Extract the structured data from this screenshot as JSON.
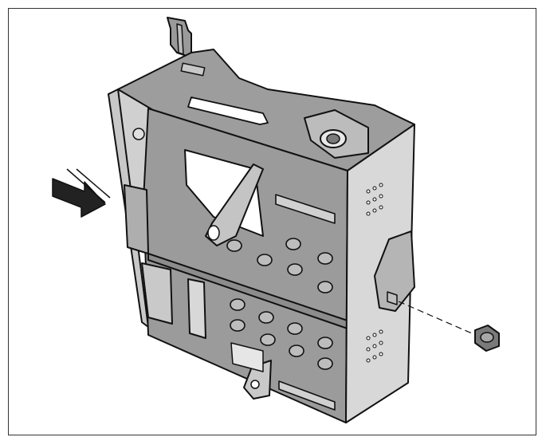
{
  "figure": {
    "colors": {
      "line": "#111111",
      "metal_dark": "#8a8a8a",
      "metal_mid": "#a9a9a9",
      "metal_light": "#d6d6d6",
      "background": "#ffffff",
      "arrow": "#222222"
    },
    "parts": [
      "drive-cage",
      "mounting-bracket",
      "screw-stud",
      "hex-nut",
      "insertion-arrow",
      "assembly-guide-line"
    ]
  }
}
